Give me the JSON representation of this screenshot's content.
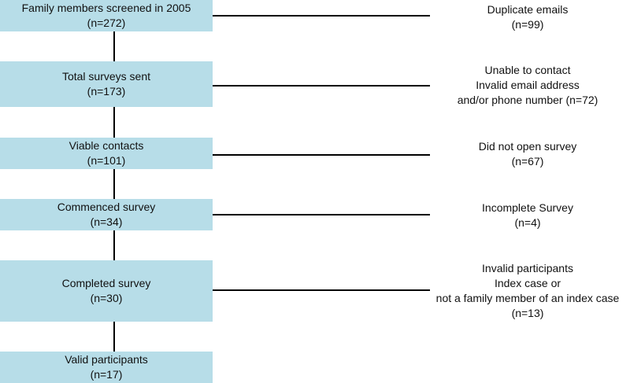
{
  "boxes": [
    {
      "label": "Family members screened in 2005",
      "n": "(n=272)"
    },
    {
      "label": "Total surveys sent",
      "n": "(n=173)"
    },
    {
      "label": "Viable contacts",
      "n": "(n=101)"
    },
    {
      "label": "Commenced survey",
      "n": "(n=34)"
    },
    {
      "label": "Completed survey",
      "n": "(n=30)"
    },
    {
      "label": "Valid participants",
      "n": "(n=17)"
    }
  ],
  "exclusions": [
    {
      "lines": [
        "Duplicate emails",
        "(n=99)"
      ]
    },
    {
      "lines": [
        "Unable to contact",
        "Invalid email address",
        "and/or phone number (n=72)"
      ]
    },
    {
      "lines": [
        "Did not open survey",
        "(n=67)"
      ]
    },
    {
      "lines": [
        "Incomplete Survey",
        "(n=4)"
      ]
    },
    {
      "lines": [
        "Invalid participants",
        "Index case or",
        "not a family member of an index case",
        "(n=13)"
      ]
    }
  ],
  "colors": {
    "box_fill": "#b7dde8",
    "line": "#000000"
  }
}
